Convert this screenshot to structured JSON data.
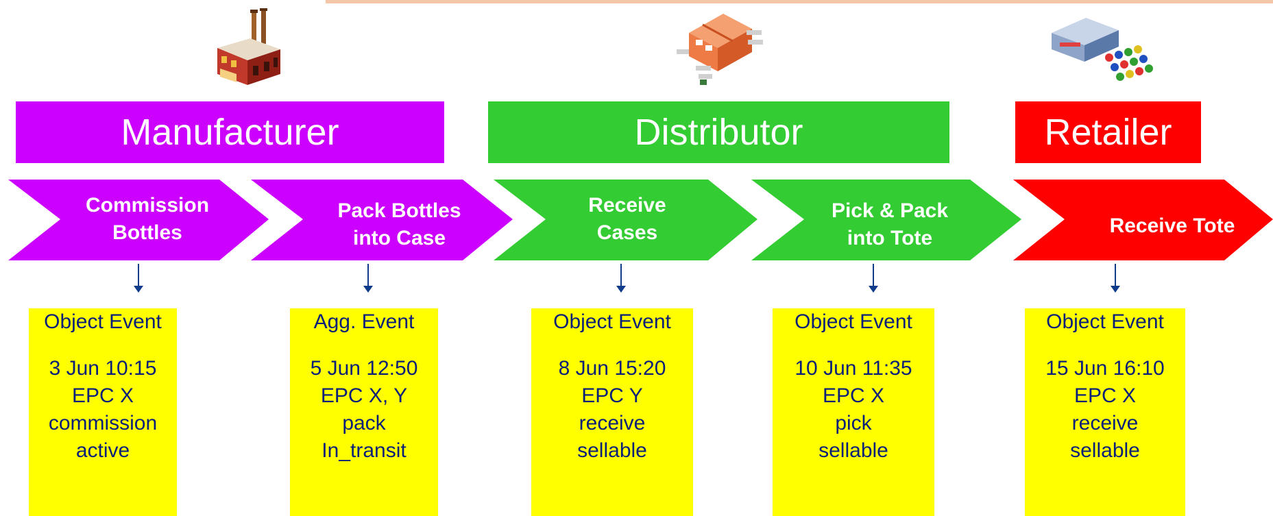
{
  "colors": {
    "manufacturer": "#cc00ff",
    "distributor": "#33cc33",
    "retailer": "#ff0000",
    "note_fill": "#ffff00",
    "note_text": "#0a1f7a",
    "arrow": "#0e3c8a"
  },
  "icons": {
    "manufacturer": "factory-icon",
    "distributor": "warehouse-icon",
    "retailer": "store-icon"
  },
  "parties": [
    {
      "label": "Manufacturer"
    },
    {
      "label": "Distributor"
    },
    {
      "label": "Retailer"
    }
  ],
  "steps": [
    {
      "lines": [
        "Commission",
        "Bottles"
      ]
    },
    {
      "lines": [
        "Pack Bottles",
        "into Case"
      ]
    },
    {
      "lines": [
        "Receive",
        "Cases"
      ]
    },
    {
      "lines": [
        "Pick & Pack",
        "into Tote"
      ]
    },
    {
      "lines": [
        "Receive Tote"
      ]
    }
  ],
  "events": [
    {
      "type": "Object Event",
      "time": "3 Jun 10:15",
      "epc": "EPC X",
      "action": "commission",
      "status": "active"
    },
    {
      "type": "Agg. Event",
      "time": "5 Jun 12:50",
      "epc": "EPC X, Y",
      "action": "pack",
      "status": "In_transit"
    },
    {
      "type": "Object Event",
      "time": "8 Jun 15:20",
      "epc": "EPC Y",
      "action": "receive",
      "status": "sellable"
    },
    {
      "type": "Object Event",
      "time": "10 Jun 11:35",
      "epc": "EPC X",
      "action": "pick",
      "status": "sellable"
    },
    {
      "type": "Object Event",
      "time": "15 Jun 16:10",
      "epc": "EPC X",
      "action": "receive",
      "status": "sellable"
    }
  ]
}
